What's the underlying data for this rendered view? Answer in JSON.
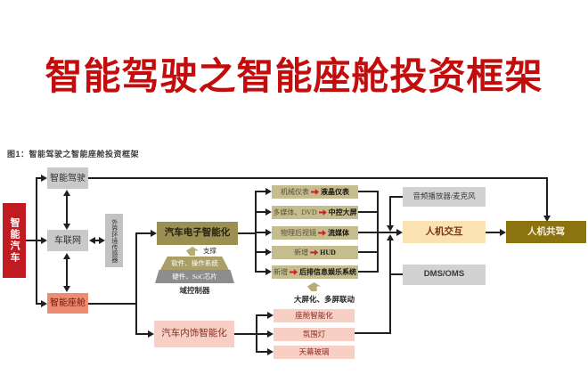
{
  "page": {
    "title": "智能驾驶之智能座舱投资框架",
    "figure_caption": "图1：智能驾驶之智能座舱投资框架"
  },
  "colors": {
    "title_red": "#c30d0d",
    "smart_car_red": "#bf1b21",
    "salmon": "#ee8c72",
    "pink": "#f7cfc5",
    "khaki": "#c6bd8f",
    "khaki_dark": "#9b8f52",
    "cream": "#fbe2b2",
    "gold": "#8b7310",
    "gray": "#c9c9c9",
    "line": "#1f1f1f"
  },
  "nodes": {
    "smart_car": "智能汽车",
    "smart_driving": "智能驾驶",
    "telematics": "车联网",
    "smart_cockpit": "智能座舱",
    "env_sensor": "外界环境传感器",
    "auto_electronics": "汽车电子智能化",
    "support_label": "支撑",
    "software": "软件、操作系统",
    "hardware": "硬件、SoC芯片",
    "domain_controller": "域控制器",
    "interior_smart": "汽车内饰智能化",
    "multi_screen_label": "大屏化、多屏联动",
    "audio": "音频播放器/麦克风",
    "hmi": "人机交互",
    "dms": "DMS/OMS",
    "co_driving": "人机共驾"
  },
  "electronics_upgrades": [
    {
      "from": "机械仪表",
      "to": "液晶仪表"
    },
    {
      "from": "多媒体、DVD",
      "to": "中控大屏"
    },
    {
      "from": "物理后视镜",
      "to": "流媒体"
    },
    {
      "from": "新增",
      "to": "HUD"
    },
    {
      "from": "新增",
      "to": "后排信息娱乐系统"
    }
  ],
  "interior_items": [
    {
      "label": "座舱智能化"
    },
    {
      "label": "氛围灯"
    },
    {
      "label": "天幕玻璃"
    }
  ]
}
